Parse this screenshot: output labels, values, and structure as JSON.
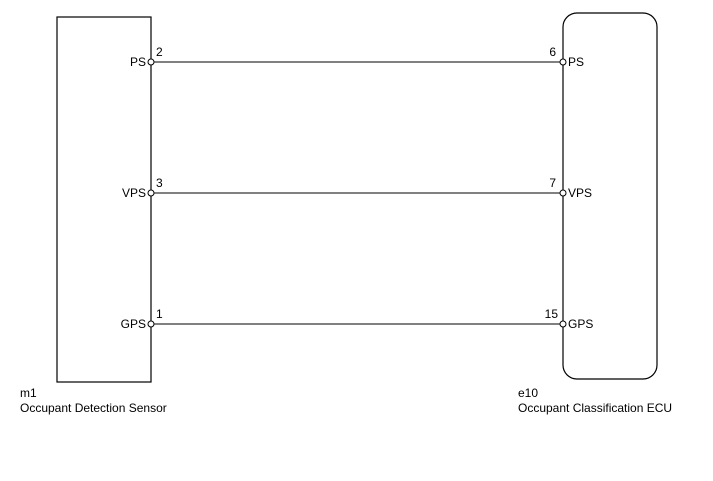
{
  "components": {
    "left": {
      "id": "m1",
      "name": "Occupant Detection Sensor"
    },
    "right": {
      "id": "e10",
      "name": "Occupant Classification ECU"
    }
  },
  "connections": [
    {
      "signal": "PS",
      "left_pin": "2",
      "right_pin": "6",
      "left_label": "PS",
      "right_label": "PS"
    },
    {
      "signal": "VPS",
      "left_pin": "3",
      "right_pin": "7",
      "left_label": "VPS",
      "right_label": "VPS"
    },
    {
      "signal": "GPS",
      "left_pin": "1",
      "right_pin": "15",
      "left_label": "GPS",
      "right_label": "GPS"
    }
  ],
  "colors": {
    "line": "#000000",
    "background": "#ffffff"
  }
}
